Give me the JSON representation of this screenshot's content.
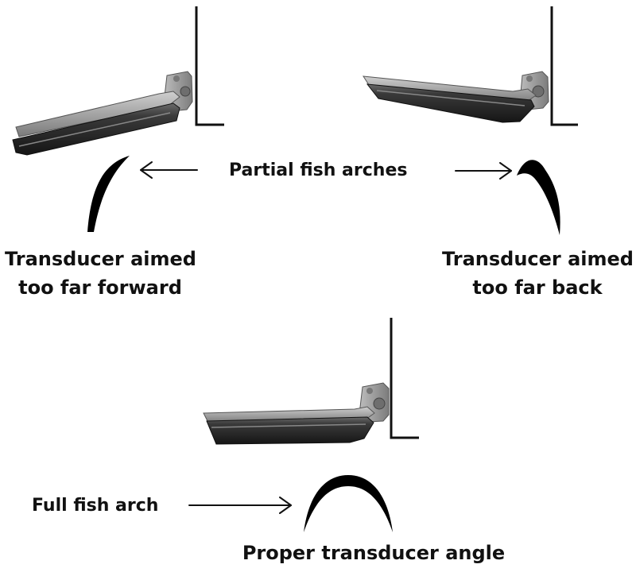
{
  "labels": {
    "partial_arches": "Partial fish arches",
    "forward_line1": "Transducer aimed",
    "forward_line2": "too far forward",
    "back_line1": "Transducer aimed",
    "back_line2": "too far back",
    "full_arch": "Full fish arch",
    "proper_angle": "Proper transducer angle"
  },
  "colors": {
    "ink": "#111111",
    "transducer_body": "#2b2b2b",
    "transducer_rim": "#8a8a8a",
    "bracket": "#9a9a9a"
  }
}
